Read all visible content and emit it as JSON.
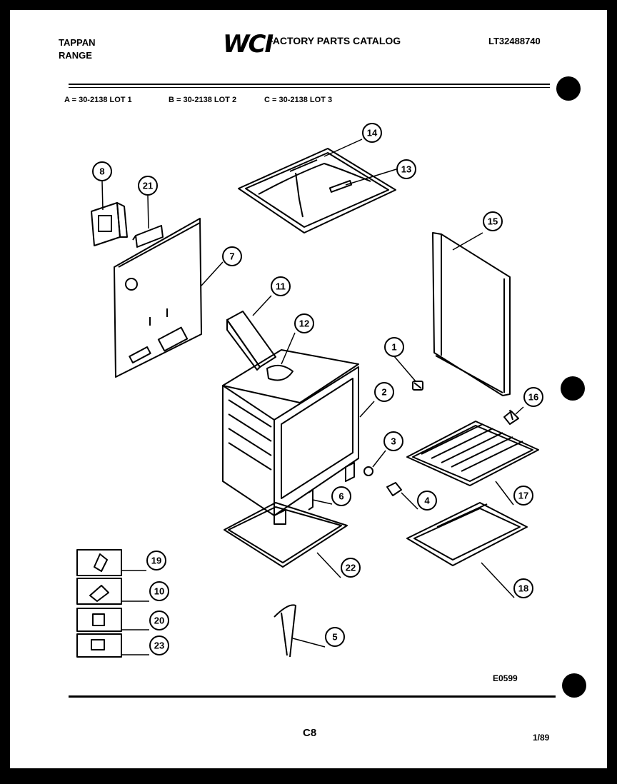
{
  "header": {
    "brand_line1": "TAPPAN",
    "brand_line2": "RANGE",
    "logo": "WCI",
    "catalog_title": "FACTORY PARTS CATALOG",
    "part_number": "LT32488740"
  },
  "lots": {
    "a": "A = 30-2138 LOT 1",
    "b": "B = 30-2138 LOT 2",
    "c": "C = 30-2138 LOT 3"
  },
  "callouts": {
    "c1": "1",
    "c2": "2",
    "c3": "3",
    "c4": "4",
    "c5": "5",
    "c6": "6",
    "c7": "7",
    "c8": "8",
    "c10": "10",
    "c11": "11",
    "c12": "12",
    "c13": "13",
    "c14": "14",
    "c15": "15",
    "c16": "16",
    "c17": "17",
    "c18": "18",
    "c19": "19",
    "c20": "20",
    "c21": "21",
    "c22": "22",
    "c23": "23"
  },
  "footer": {
    "drawing_code": "E0599",
    "page": "C8",
    "date": "1/89"
  }
}
